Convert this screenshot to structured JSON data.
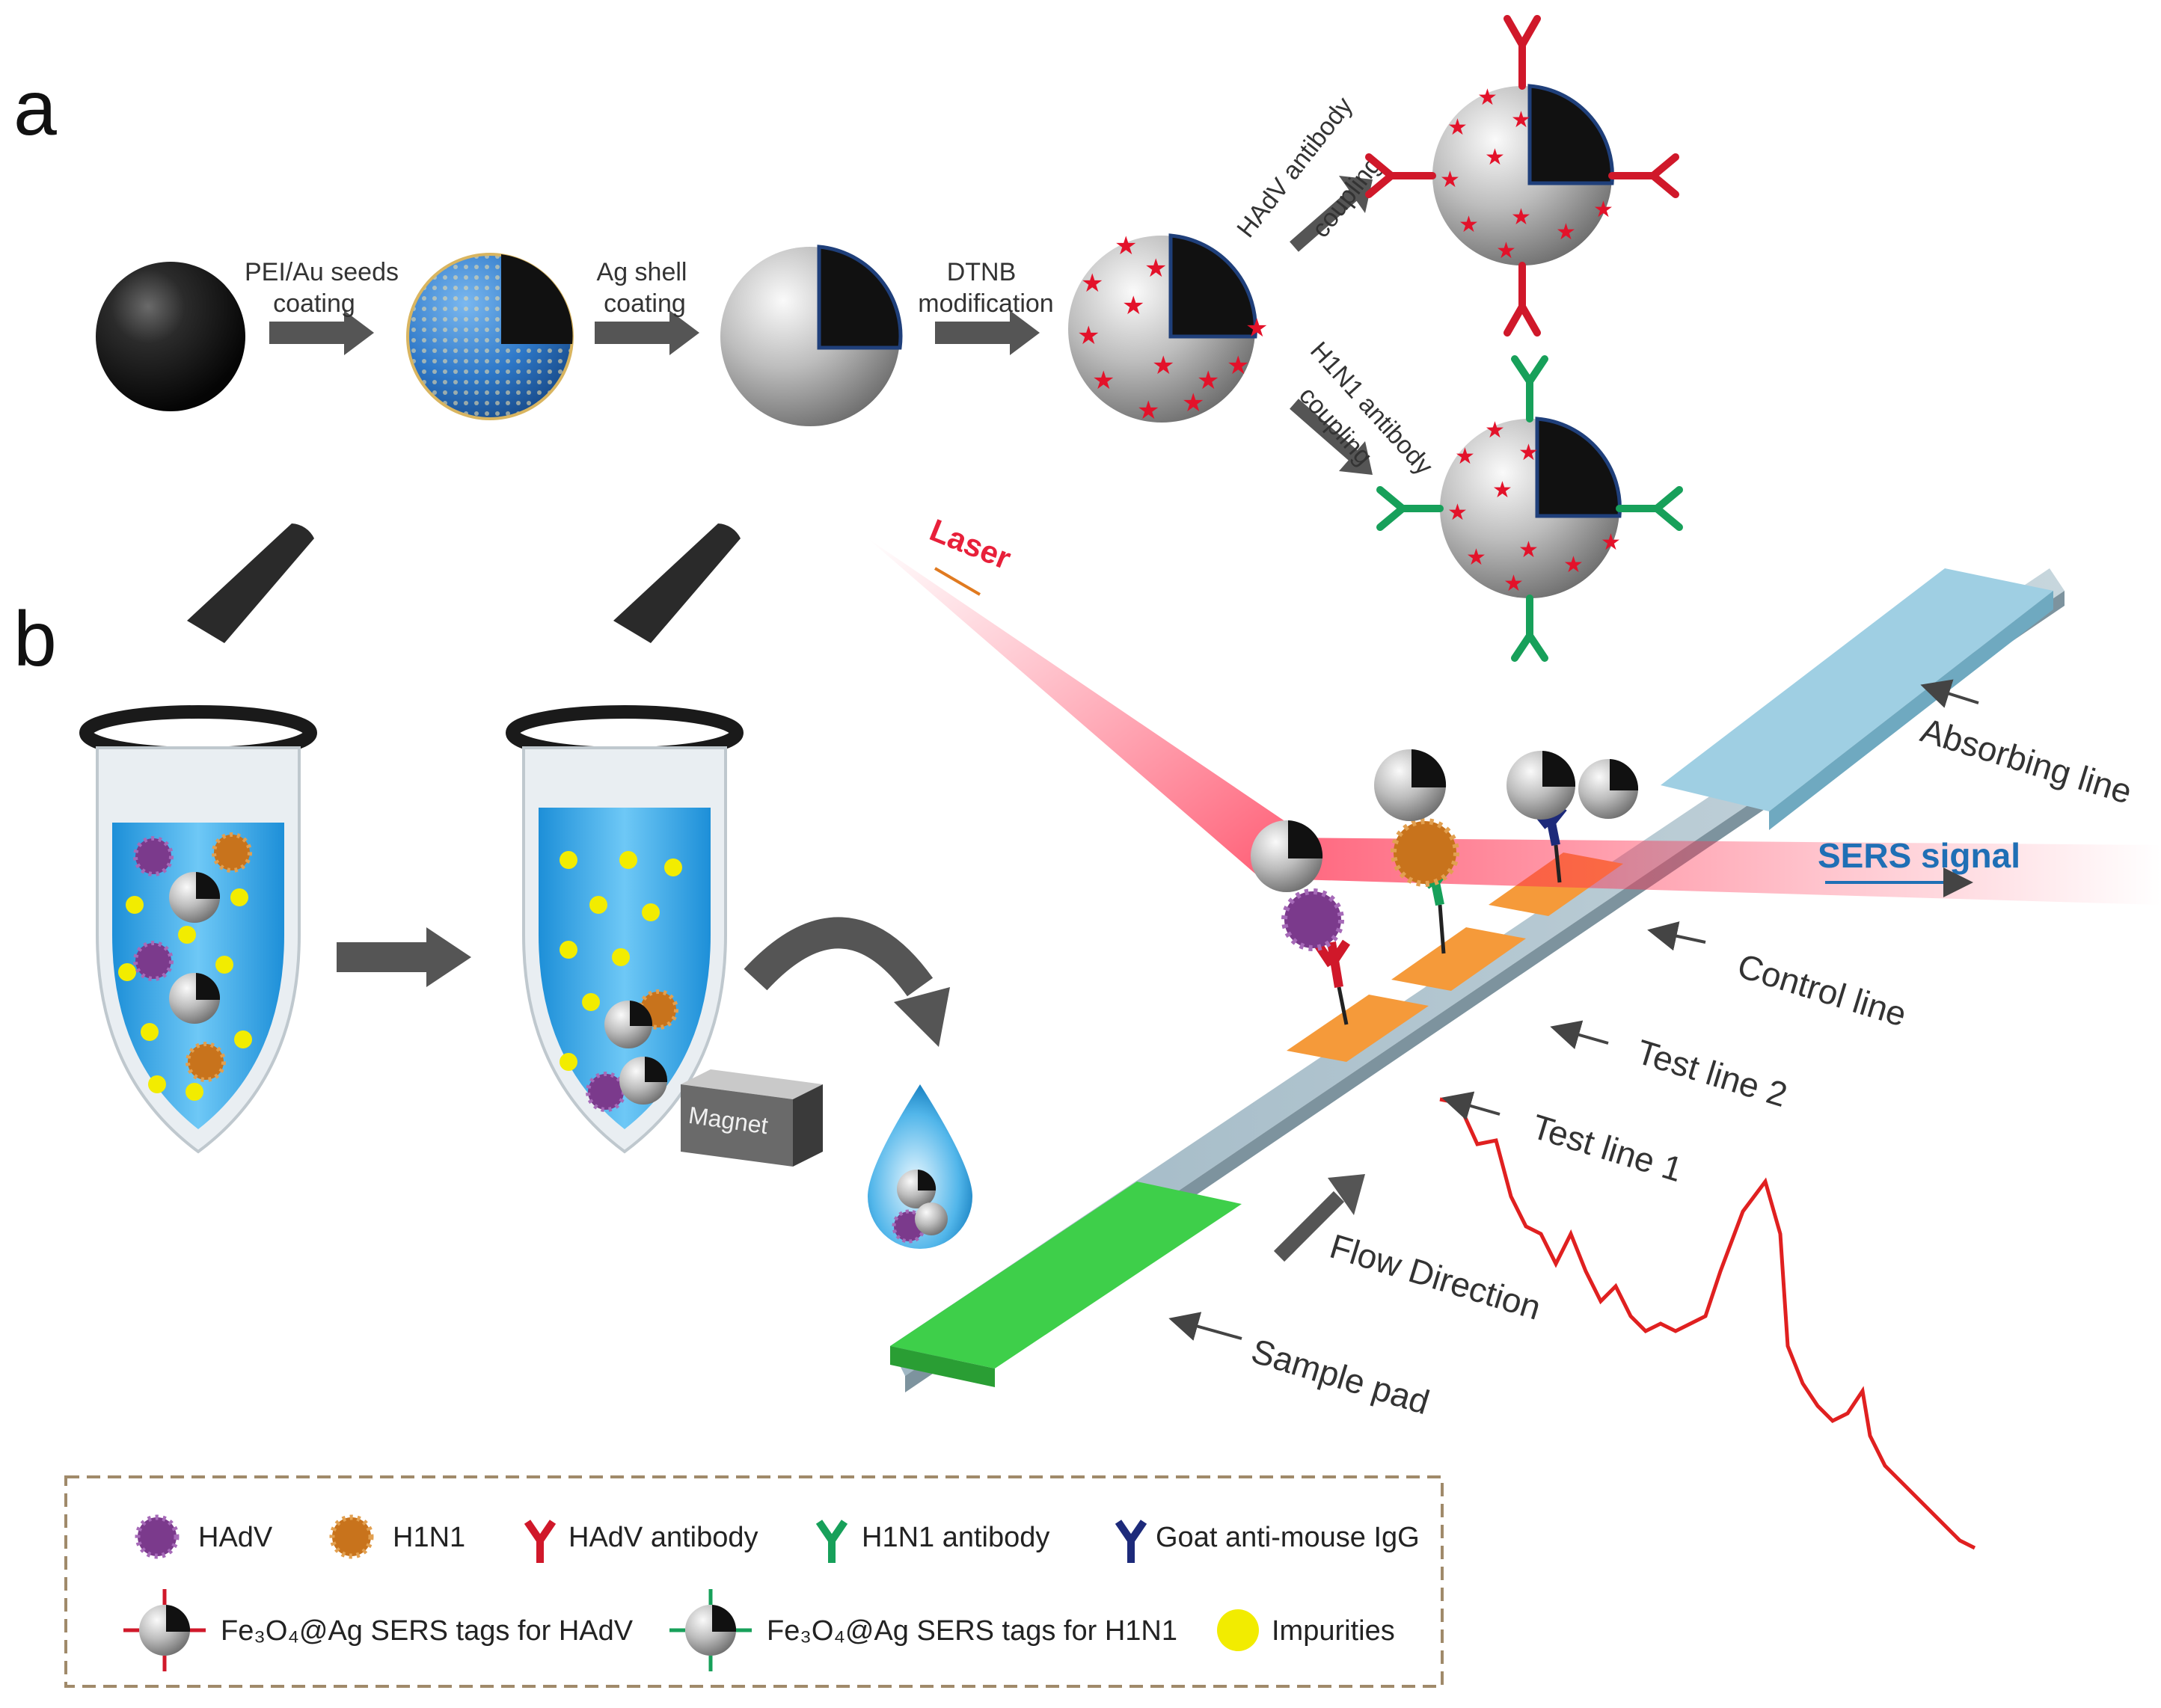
{
  "panels": {
    "a": "a",
    "b": "b"
  },
  "synthesis": {
    "step1": [
      "PEI/Au seeds",
      "coating"
    ],
    "step2": [
      "Ag shell",
      "coating"
    ],
    "step3": [
      "DTNB",
      "modification"
    ],
    "branch_top": [
      "HAdV antibody",
      "coupling"
    ],
    "branch_bottom": [
      "H1N1 antibody",
      "coupling"
    ]
  },
  "assay": {
    "laser": "Laser",
    "sers_signal": "SERS signal",
    "magnet": "Magnet",
    "strip_labels": {
      "absorbing": "Absorbing line",
      "control": "Control line",
      "test2": "Test line 2",
      "test1": "Test line 1",
      "flow": "Flow Direction",
      "sample": "Sample pad"
    }
  },
  "legend": {
    "hadv": "HAdV",
    "h1n1": "H1N1",
    "hadv_ab": "HAdV antibody",
    "h1n1_ab": "H1N1 antibody",
    "goat_igg": "Goat anti-mouse IgG",
    "tag_hadv": "Fe₃O₄@Ag SERS tags for HAdV",
    "tag_h1n1": "Fe₃O₄@Ag SERS tags for H1N1",
    "impurities": "Impurities"
  },
  "colors": {
    "hadv_virus": "#7b3a8c",
    "h1n1_virus": "#c8731c",
    "hadv_antibody": "#d0182a",
    "h1n1_antibody": "#17a05a",
    "goat_igg": "#1d2a7a",
    "impurity": "#f2ec00",
    "laser": "#e8203a",
    "sers_text": "#1f6fb5",
    "sample_pad": "#3ecf4a",
    "absorbing_pad": "#9fcfe3",
    "test_line": "#f59a3a",
    "spectrum": "#e02020"
  }
}
